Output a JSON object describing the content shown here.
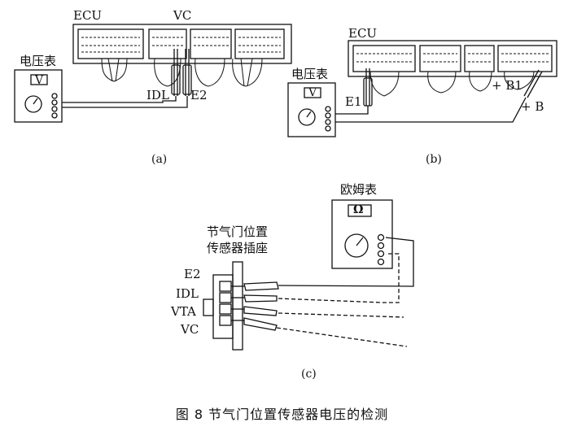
{
  "panel_a": {
    "ecu_label": "ECU",
    "vc_label": "VC",
    "meter_title": "电压表",
    "meter_unit": "V",
    "pin_idl": "IDL",
    "pin_e2": "E2",
    "caption": "(a)"
  },
  "panel_b": {
    "ecu_label": "ECU",
    "meter_title": "电压表",
    "meter_unit": "V",
    "pin_e1": "E1",
    "pin_b1": "+ B1",
    "pin_b": "+ B",
    "caption": "(b)"
  },
  "panel_c": {
    "meter_title": "欧姆表",
    "meter_unit": "Ω",
    "socket_title_line1": "节气门位置",
    "socket_title_line2": "传感器插座",
    "pin_e2": "E2",
    "pin_idl": "IDL",
    "pin_vta": "VTA",
    "pin_vc": "VC",
    "caption": "(c)"
  },
  "figure_caption": "图 8   节气门位置传感器电压的检测"
}
